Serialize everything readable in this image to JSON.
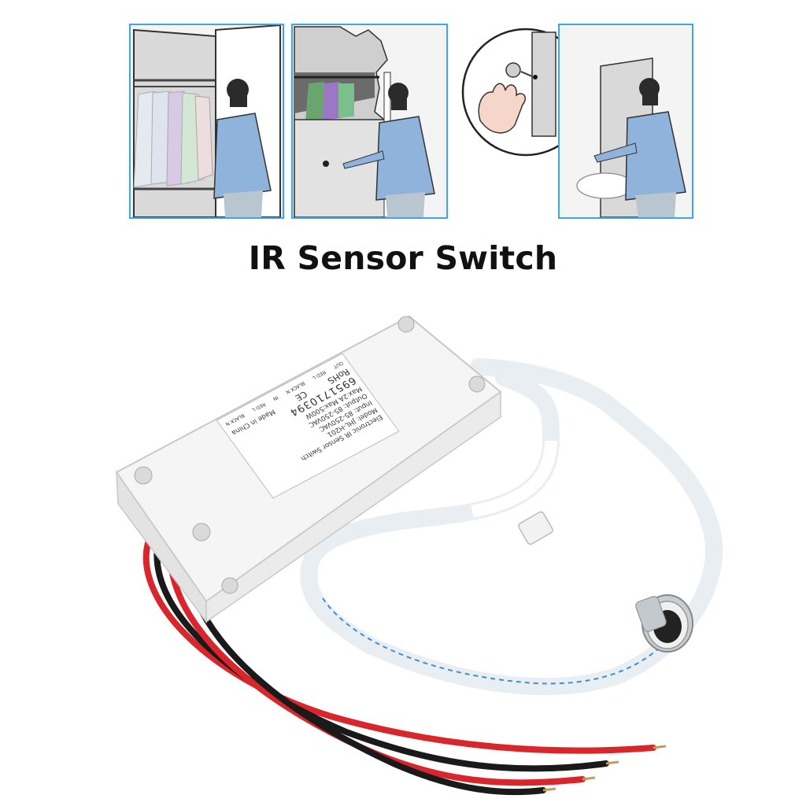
{
  "title": "IR Sensor Switch",
  "scenes": [
    {
      "name": "wardrobe-open-scene",
      "description_icon": "person-opening-wardrobe"
    },
    {
      "name": "cabinet-door-scene",
      "description_icon": "person-opening-cabinet"
    },
    {
      "name": "hand-wave-scene",
      "description_icon": "hand-wave-sensor"
    }
  ],
  "label": {
    "line1": "Electronic IR Sensor Switch",
    "line2": "Model: JHL-H201",
    "line3": "Input: 85-250VAC",
    "line4": "Output: 85-250VAC",
    "line5": "Max:2A Max:500W",
    "barcode": "6951710394",
    "made_in": "Made in China",
    "rohs": "RoHS",
    "ce": "CE",
    "in_label": "IN",
    "out_label": "OUT",
    "red_l": "RED L",
    "black_n": "BLACK N",
    "red_l2": "RED L",
    "black_n2": "BLACK N"
  },
  "colors": {
    "panel_border": "#3aa7e6",
    "coat": "#8fb3db",
    "wire_red": "#d8262c",
    "wire_black": "#1a1a1a",
    "cable_stripe": "#3d8fd6"
  }
}
